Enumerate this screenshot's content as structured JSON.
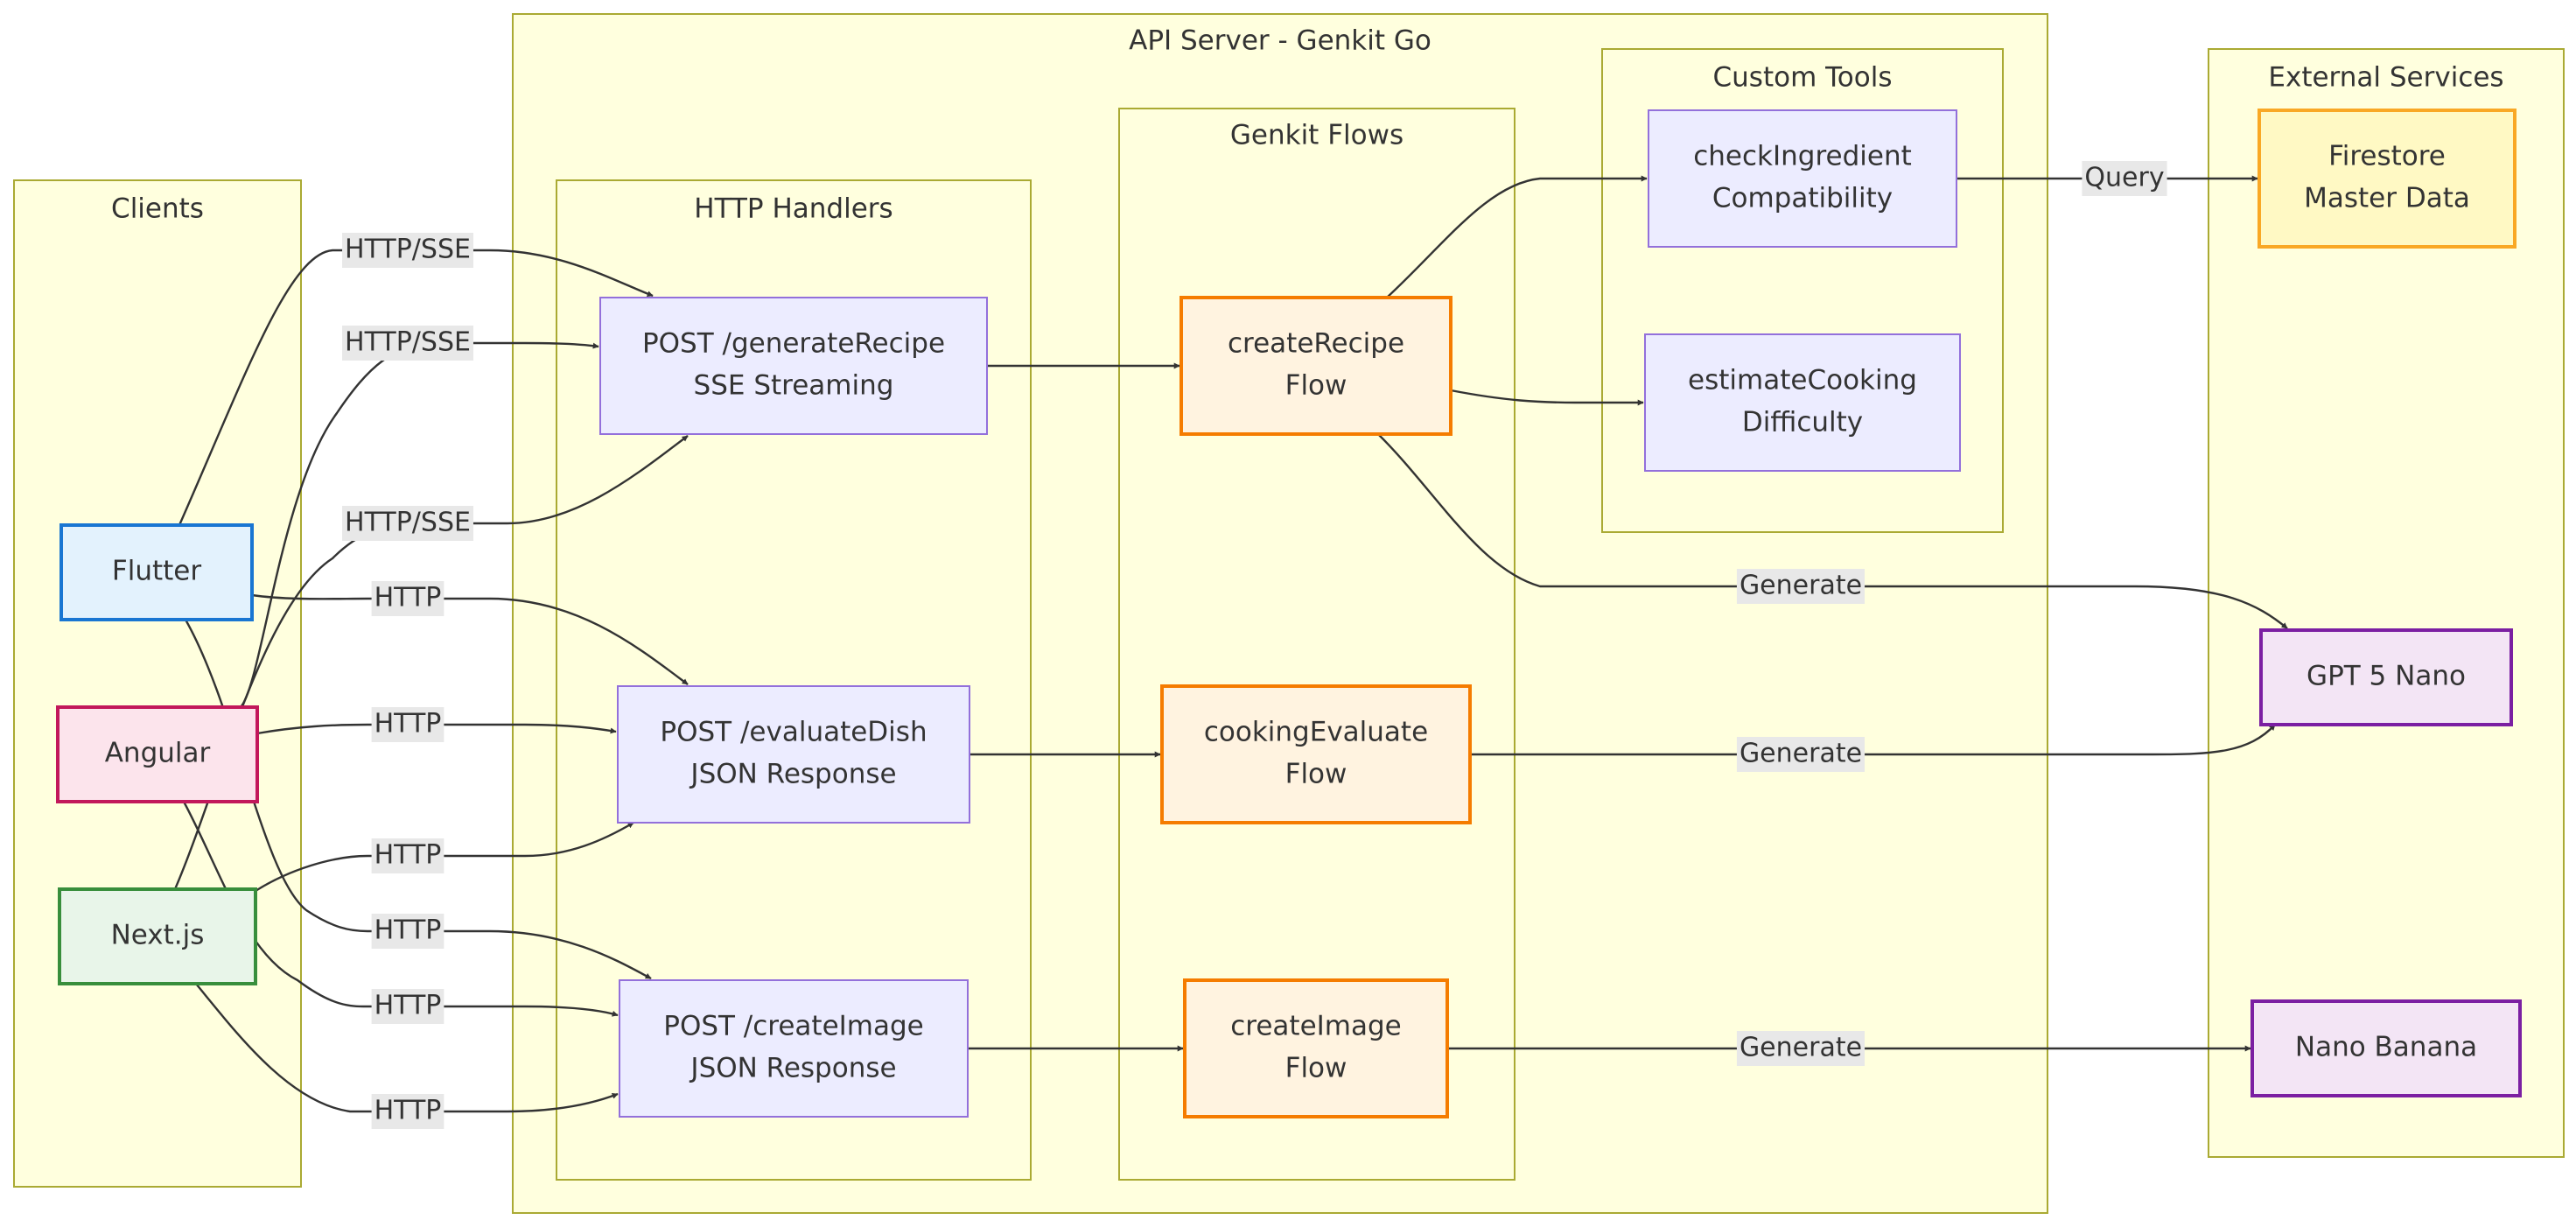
{
  "diagram": {
    "colors": {
      "cluster_fill": "#ffffde",
      "cluster_stroke": "#aaaa33",
      "edge": "#333333",
      "edge_label_bg": "#e8e8e8",
      "text": "#333333"
    },
    "clusters": [
      {
        "id": "clients",
        "title": "Clients"
      },
      {
        "id": "api",
        "title": "API Server - Genkit Go"
      },
      {
        "id": "handlers",
        "title": "HTTP Handlers"
      },
      {
        "id": "flows",
        "title": "Genkit Flows"
      },
      {
        "id": "tools",
        "title": "Custom Tools"
      },
      {
        "id": "external",
        "title": "External Services"
      }
    ],
    "nodes": [
      {
        "id": "flutter",
        "lines": [
          "Flutter"
        ],
        "fill": "#e3f2fd",
        "stroke": "#1976d2"
      },
      {
        "id": "angular",
        "lines": [
          "Angular"
        ],
        "fill": "#fce4ec",
        "stroke": "#c2185b"
      },
      {
        "id": "nextjs",
        "lines": [
          "Next.js"
        ],
        "fill": "#e8f5e9",
        "stroke": "#388e3c"
      },
      {
        "id": "gen_handler",
        "lines": [
          "POST /generateRecipe",
          "SSE Streaming"
        ],
        "fill": "#ececff",
        "stroke": "#9370db"
      },
      {
        "id": "eval_handler",
        "lines": [
          "POST /evaluateDish",
          "JSON Response"
        ],
        "fill": "#ececff",
        "stroke": "#9370db"
      },
      {
        "id": "img_handler",
        "lines": [
          "POST /createImage",
          "JSON Response"
        ],
        "fill": "#ececff",
        "stroke": "#9370db"
      },
      {
        "id": "recipe_flow",
        "lines": [
          "createRecipe",
          "Flow"
        ],
        "fill": "#fff3e0",
        "stroke": "#f57c00"
      },
      {
        "id": "eval_flow",
        "lines": [
          "cookingEvaluate",
          "Flow"
        ],
        "fill": "#fff3e0",
        "stroke": "#f57c00"
      },
      {
        "id": "image_flow",
        "lines": [
          "createImage",
          "Flow"
        ],
        "fill": "#fff3e0",
        "stroke": "#f57c00"
      },
      {
        "id": "check_tool",
        "lines": [
          "checkIngredient",
          "Compatibility"
        ],
        "fill": "#ececff",
        "stroke": "#9370db"
      },
      {
        "id": "estimate_tool",
        "lines": [
          "estimateCooking",
          "Difficulty"
        ],
        "fill": "#ececff",
        "stroke": "#9370db"
      },
      {
        "id": "firestore",
        "lines": [
          "Firestore",
          "Master Data"
        ],
        "fill": "#fff9c4",
        "stroke": "#f9a825"
      },
      {
        "id": "gpt",
        "lines": [
          "GPT 5 Nano"
        ],
        "fill": "#f3e5f5",
        "stroke": "#7b1fa2"
      },
      {
        "id": "banana",
        "lines": [
          "Nano Banana"
        ],
        "fill": "#f3e5f5",
        "stroke": "#7b1fa2"
      }
    ],
    "edges": [
      {
        "id": "flutter-gen",
        "from": "flutter",
        "to": "gen_handler",
        "label": "HTTP/SSE"
      },
      {
        "id": "angular-gen",
        "from": "angular",
        "to": "gen_handler",
        "label": "HTTP/SSE"
      },
      {
        "id": "nextjs-gen",
        "from": "nextjs",
        "to": "gen_handler",
        "label": "HTTP/SSE"
      },
      {
        "id": "flutter-eval",
        "from": "flutter",
        "to": "eval_handler",
        "label": "HTTP"
      },
      {
        "id": "angular-eval",
        "from": "angular",
        "to": "eval_handler",
        "label": "HTTP"
      },
      {
        "id": "nextjs-eval",
        "from": "nextjs",
        "to": "eval_handler",
        "label": "HTTP"
      },
      {
        "id": "flutter-img",
        "from": "flutter",
        "to": "img_handler",
        "label": "HTTP"
      },
      {
        "id": "angular-img",
        "from": "angular",
        "to": "img_handler",
        "label": "HTTP"
      },
      {
        "id": "nextjs-img",
        "from": "nextjs",
        "to": "img_handler",
        "label": "HTTP"
      },
      {
        "id": "gen-recipe",
        "from": "gen_handler",
        "to": "recipe_flow",
        "label": ""
      },
      {
        "id": "eval-evalflow",
        "from": "eval_handler",
        "to": "eval_flow",
        "label": ""
      },
      {
        "id": "img-imageflow",
        "from": "img_handler",
        "to": "image_flow",
        "label": ""
      },
      {
        "id": "recipe-check",
        "from": "recipe_flow",
        "to": "check_tool",
        "label": ""
      },
      {
        "id": "recipe-estimate",
        "from": "recipe_flow",
        "to": "estimate_tool",
        "label": ""
      },
      {
        "id": "check-firestore",
        "from": "check_tool",
        "to": "firestore",
        "label": "Query"
      },
      {
        "id": "recipe-gpt",
        "from": "recipe_flow",
        "to": "gpt",
        "label": "Generate"
      },
      {
        "id": "eval-gpt",
        "from": "eval_flow",
        "to": "gpt",
        "label": "Generate"
      },
      {
        "id": "image-banana",
        "from": "image_flow",
        "to": "banana",
        "label": "Generate"
      }
    ]
  }
}
